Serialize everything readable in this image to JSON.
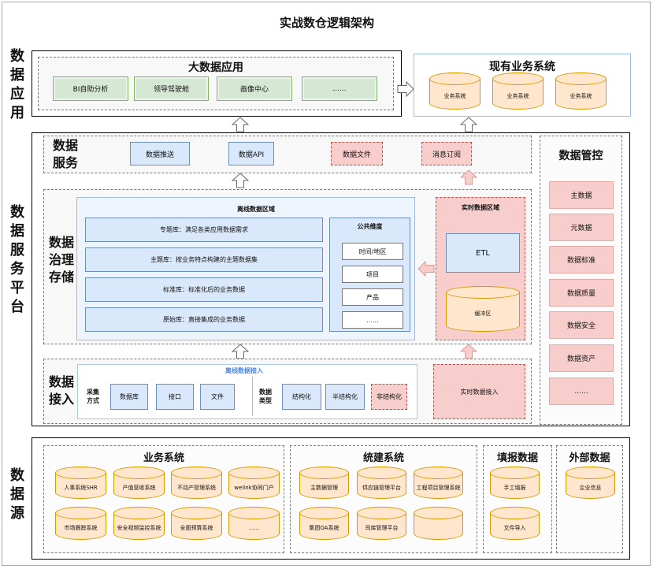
{
  "title": "实战数仓逻辑架构",
  "layers": {
    "application": "数据应用",
    "platform": "数据服务平台",
    "source": "数据源"
  },
  "bigdata_app": {
    "title": "大数据应用",
    "items": [
      "BI自助分析",
      "领导驾驶舱",
      "画像中心",
      "......"
    ]
  },
  "existing_systems": {
    "title": "现有业务系统",
    "items": [
      "业务系统",
      "业务系统",
      "业务系统"
    ]
  },
  "data_service": {
    "label": "数据服务",
    "items": [
      "数据推送",
      "数据API",
      "数据文件",
      "消息订阅"
    ]
  },
  "data_control": {
    "title": "数据管控",
    "items": [
      "主数据",
      "元数据",
      "数据标准",
      "数据质量",
      "数据安全",
      "数据资产",
      "......"
    ]
  },
  "storage": {
    "label": "数据治理存储",
    "offline": {
      "title": "离线数据区域",
      "layers": [
        "专题库：满足各类应用数据需求",
        "主题库：按业务特点构建的主题数据集",
        "标准库：标准化后的业务数据",
        "原始库：直接集成的业务数据"
      ],
      "dimension": {
        "title": "公共维度",
        "items": [
          "时间/地区",
          "项目",
          "产品",
          "......"
        ]
      }
    },
    "realtime": {
      "title": "实时数据区域",
      "etl": "ETL",
      "buffer": "缓冲区"
    }
  },
  "access": {
    "label": "数据接入",
    "offline": {
      "title": "离线数据接入",
      "method_label": "采集方式",
      "methods": [
        "数据库",
        "接口",
        "文件"
      ],
      "type_label": "数据类型",
      "types": [
        "结构化",
        "半结构化",
        "非结构化"
      ]
    },
    "realtime": "实时数据接入"
  },
  "sources": {
    "business": {
      "title": "业务系统",
      "items": [
        "人事系统SHR",
        "产值营收系统",
        "不动产管理系统",
        "welink协同门户",
        "市场跟踪系统",
        "安全视频监控系统",
        "全面预算系统",
        "......"
      ]
    },
    "unified": {
      "title": "统建系统",
      "items": [
        "主数据管理",
        "供应链管理平台",
        "工程项目管理系统",
        "集团OA系统",
        "司库管理平台",
        ""
      ]
    },
    "filling": {
      "title": "填报数据",
      "items": [
        "手工填报",
        "文件导入"
      ]
    },
    "external": {
      "title": "外部数据",
      "items": [
        "企业信息"
      ]
    }
  },
  "colors": {
    "blue_fill": "#dae8fc",
    "blue_stroke": "#6c8ebf",
    "green_fill": "#d5e8d4",
    "green_stroke": "#82b366",
    "pink_fill": "#f8cecc",
    "pink_stroke": "#b85450",
    "cyl_fill": "#ffe6cc",
    "cyl_stroke": "#d79b00",
    "access_title": "#4a86e8"
  }
}
